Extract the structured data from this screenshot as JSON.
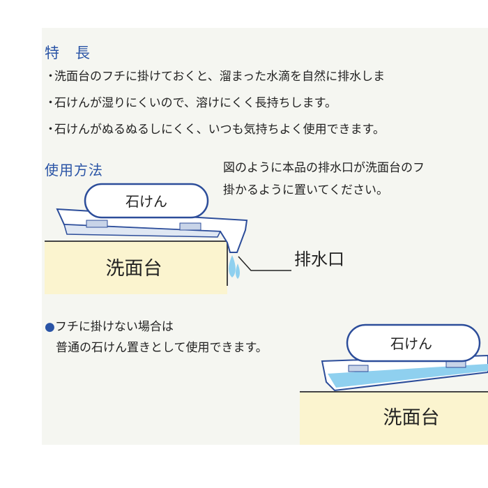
{
  "features": {
    "heading": "特　長",
    "bullet_marker": "・",
    "items": [
      "洗面台のフチに掛けておくと、溜まった水滴を自然に排水しま",
      "石けんが湿りにくいので、溶けにくく長持ちします。",
      "石けんがぬるぬるしにくく、いつも気持ちよく使用できます。"
    ]
  },
  "usage": {
    "heading": "使用方法",
    "instruction_lines": [
      "図のように本品の排水口が洗面台のフ",
      "掛かるように置いてください。"
    ],
    "diagram1": {
      "soap_label": "石けん",
      "basin_label": "洗面台",
      "drain_label": "排水口"
    }
  },
  "alternate": {
    "bullet": "●",
    "line1": "フチに掛けない場合は",
    "line2": "普通の石けん置きとして使用できます。",
    "diagram2": {
      "soap_label": "石けん",
      "basin_label": "洗面台"
    }
  },
  "colors": {
    "heading_blue": "#2a54a6",
    "text": "#222222",
    "basin_fill": "#fbf4cf",
    "outline_blue": "#2c4d9a",
    "water": "#8fd0ef"
  }
}
